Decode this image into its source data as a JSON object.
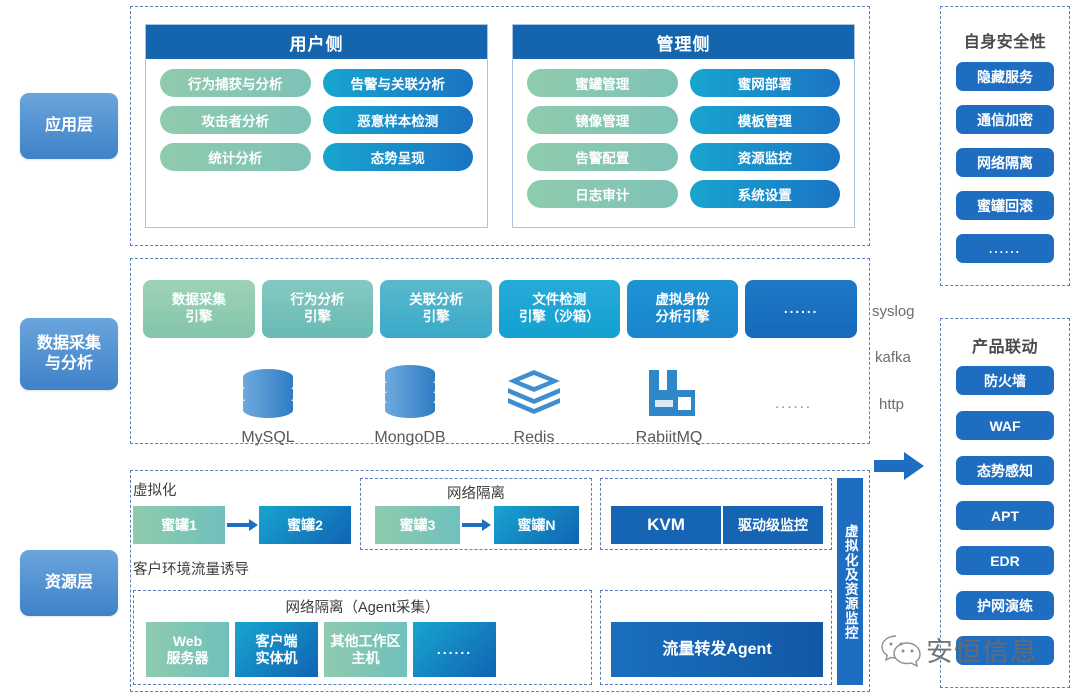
{
  "layers": [
    {
      "name": "application-layer",
      "label": "应用层"
    },
    {
      "name": "data-layer",
      "label": "数据采集\n与分析"
    },
    {
      "name": "resource-layer",
      "label": "资源层"
    }
  ],
  "application_layer": {
    "panels": [
      {
        "title": "用户侧",
        "left_column": [
          "行为捕获与分析",
          "攻击者分析",
          "统计分析"
        ],
        "right_column": [
          "告警与关联分析",
          "恶意样本检测",
          "态势呈现"
        ]
      },
      {
        "title": "管理侧",
        "left_column": [
          "蜜罐管理",
          "镜像管理",
          "告警配置",
          "日志审计"
        ],
        "right_column": [
          "蜜网部署",
          "模板管理",
          "资源监控",
          "系统设置"
        ]
      }
    ]
  },
  "data_layer": {
    "engines": [
      {
        "label": "数据采集\n引擎",
        "color": "#8ecaac"
      },
      {
        "label": "行为分析\n引擎",
        "color": "#74c0ba"
      },
      {
        "label": "关联分析\n引擎",
        "color": "#47b0cb"
      },
      {
        "label": "文件检测\n引擎（沙箱）",
        "color": "#1fa5d4"
      },
      {
        "label": "虚拟身份\n分析引擎",
        "color": "#1b8ed2"
      },
      {
        "label": "......",
        "color": "#1a72c3"
      }
    ],
    "databases": [
      {
        "label": "MySQL",
        "icon": "database-cylinder-icon"
      },
      {
        "label": "MongoDB",
        "icon": "database-cylinder-icon"
      },
      {
        "label": "Redis",
        "icon": "redis-stack-icon"
      },
      {
        "label": "RabiitMQ",
        "icon": "rabbitmq-factory-icon"
      }
    ],
    "databases_more": "......"
  },
  "protocols": [
    "syslog",
    "kafka",
    "http"
  ],
  "resource_layer": {
    "virtualization_label": "虚拟化",
    "traffic_label": "客户环境流量诱导",
    "isolation_label": "网络隔离",
    "agent_isolation_label": "网络隔离（Agent采集）",
    "honeypots_left": [
      "蜜罐1",
      "蜜罐2"
    ],
    "honeypots_right": [
      "蜜罐3",
      "蜜罐N"
    ],
    "kvm_group": [
      "KVM",
      "驱动级监控"
    ],
    "agent_hosts": [
      "Web\n服务器",
      "客户端\n实体机",
      "其他工作区\n主机",
      "......"
    ],
    "traffic_agent": "流量转发Agent",
    "monitor_bar": "虚拟化及资源监控"
  },
  "right_rail": {
    "security": {
      "title": "自身安全性",
      "items": [
        "隐藏服务",
        "通信加密",
        "网络隔离",
        "蜜罐回滚",
        "......"
      ]
    },
    "linkage": {
      "title": "产品联动",
      "items": [
        "防火墙",
        "WAF",
        "态势感知",
        "APT",
        "EDR",
        "护网演练",
        ""
      ]
    }
  },
  "watermark": {
    "text": "安恒信息",
    "icon": "wechat-icon"
  },
  "colors": {
    "header_blue": "#1465ad",
    "rail_blue": "#1f6dc0",
    "green": "#8ecaac",
    "cyan": "#18a5cf",
    "dash_border": "#5b7fbc"
  }
}
